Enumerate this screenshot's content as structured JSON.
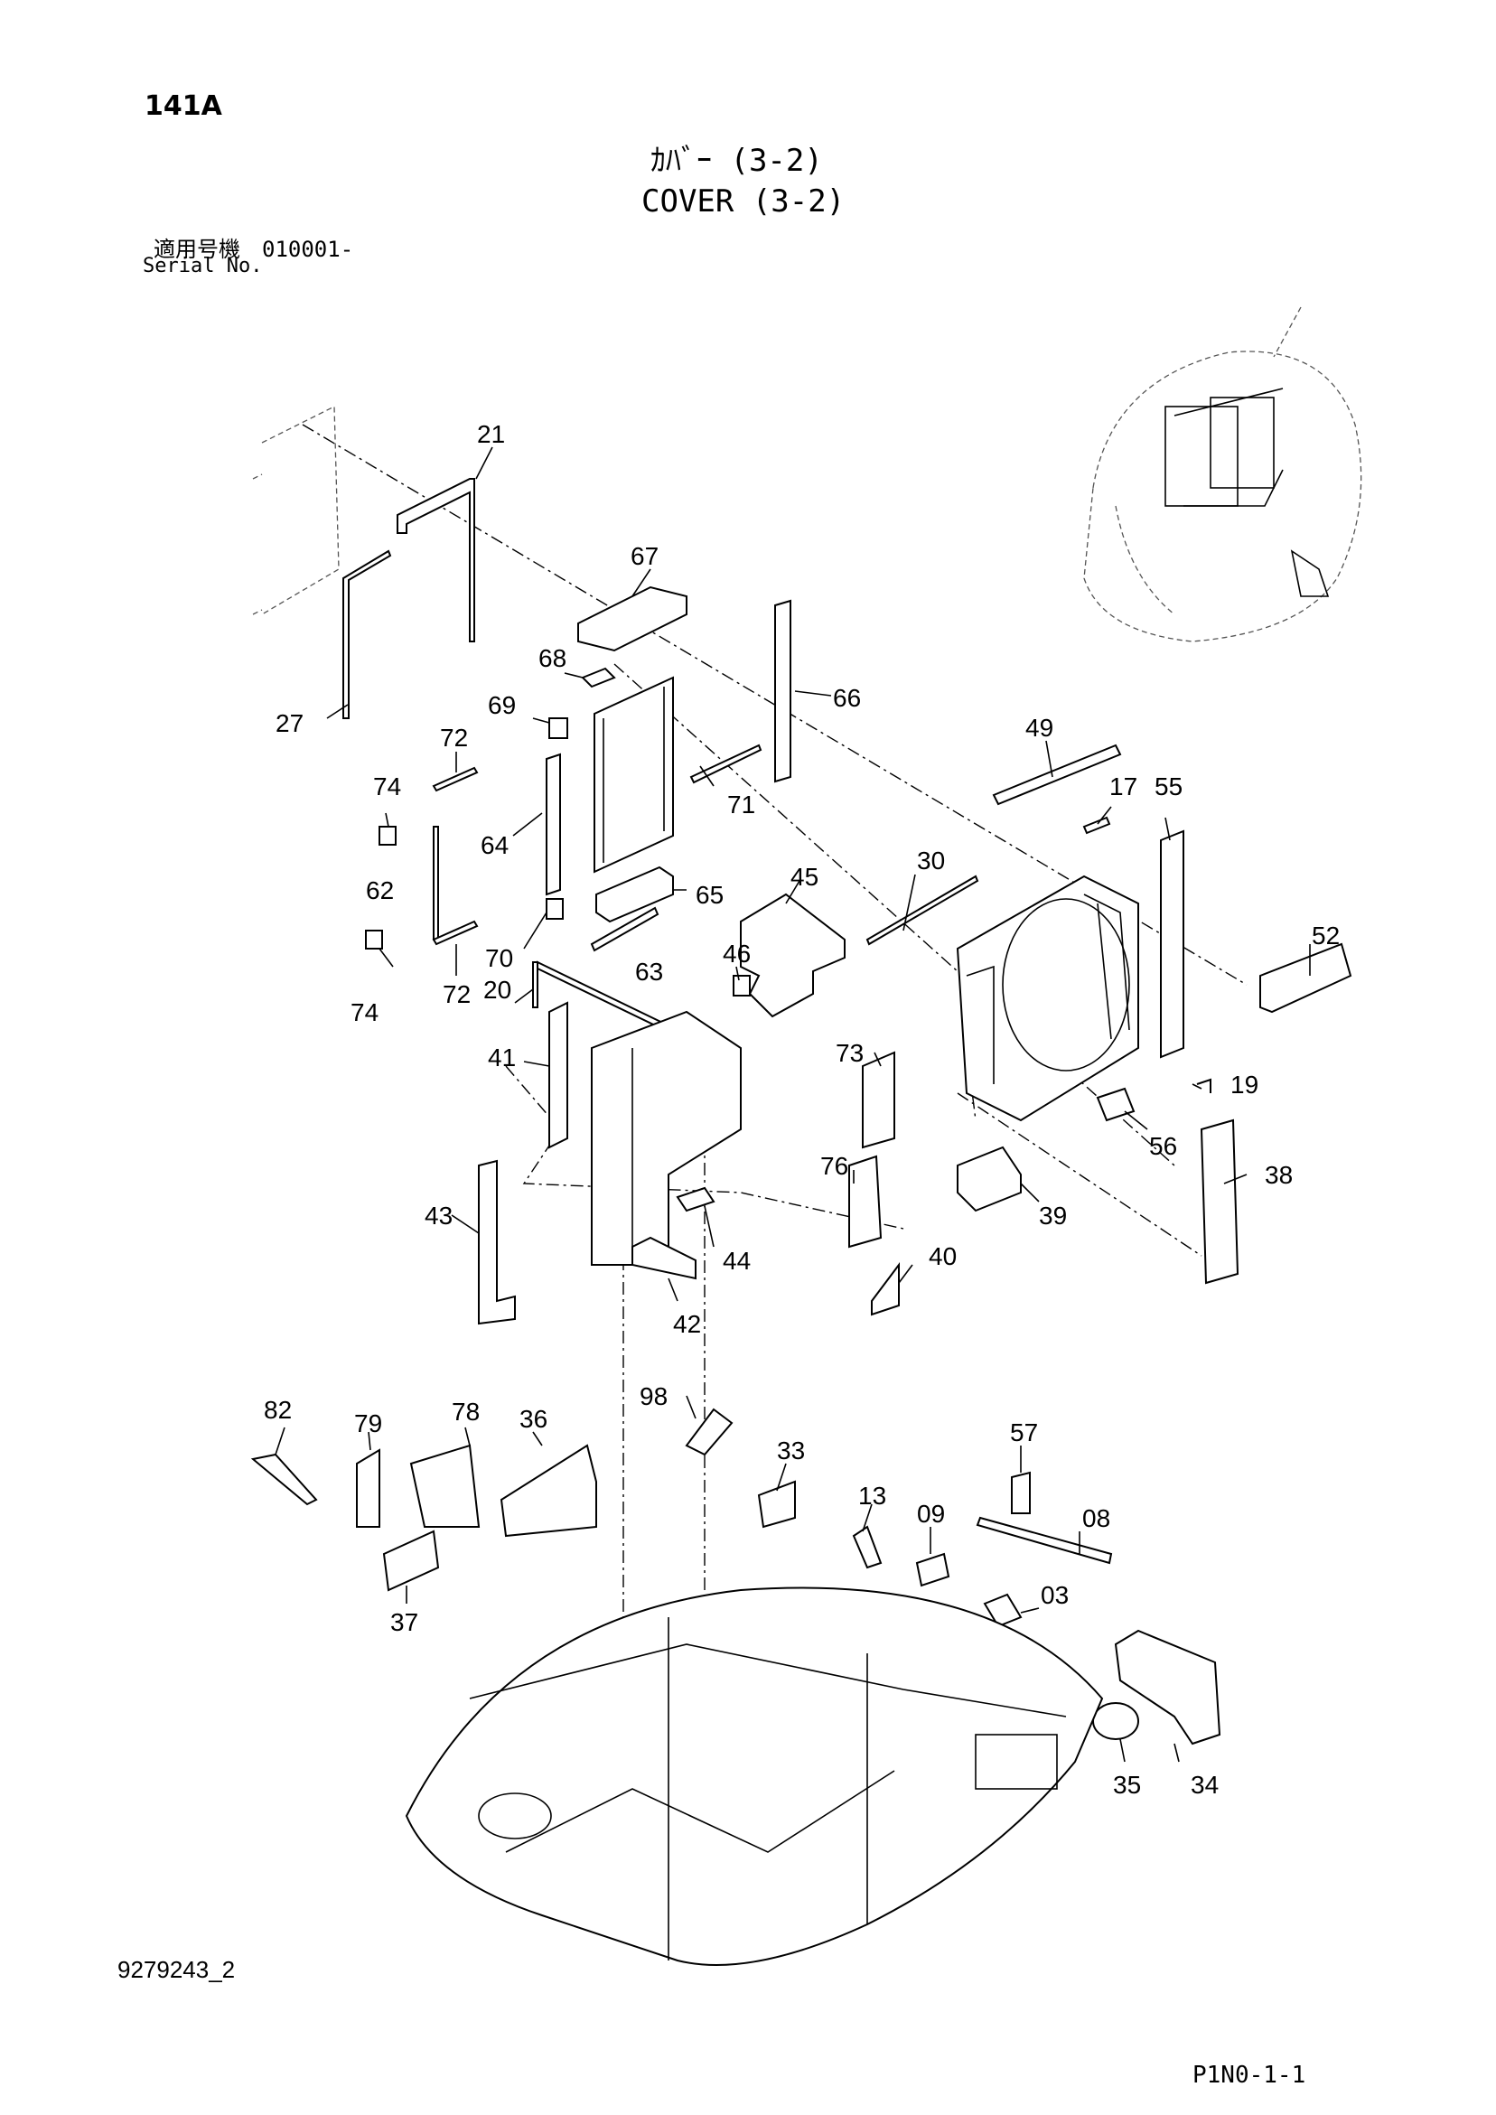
{
  "header": {
    "page_id": "141A",
    "title_jp": "ｶﾊﾞｰ (3-2)",
    "title_en": "COVER (3-2)",
    "serial_label_jp": "適用号機　010001-",
    "serial_label_en": "Serial No."
  },
  "footer": {
    "doc_number": "9279243_2",
    "page_code": "P1N0-1-1"
  },
  "callouts": [
    "21",
    "67",
    "68",
    "69",
    "66",
    "27",
    "72",
    "74",
    "64",
    "62",
    "71",
    "49",
    "17",
    "55",
    "65",
    "70",
    "72b",
    "63",
    "74b",
    "45",
    "30",
    "52",
    "20",
    "46",
    "41",
    "19",
    "73",
    "56",
    "76",
    "38",
    "39",
    "43",
    "44",
    "40",
    "42",
    "98",
    "82",
    "79",
    "78",
    "36",
    "33",
    "57",
    "13",
    "09",
    "08",
    "03",
    "37",
    "34",
    "35"
  ],
  "callout_text": {
    "21": "21",
    "67": "67",
    "68": "68",
    "69": "69",
    "66": "66",
    "27": "27",
    "72": "72",
    "74": "74",
    "64": "64",
    "62": "62",
    "71": "71",
    "49": "49",
    "17": "17",
    "55": "55",
    "65": "65",
    "70": "70",
    "72b": "72",
    "63": "63",
    "74b": "74",
    "45": "45",
    "30": "30",
    "52": "52",
    "20": "20",
    "46": "46",
    "41": "41",
    "19": "19",
    "73": "73",
    "56": "56",
    "76": "76",
    "38": "38",
    "39": "39",
    "43": "43",
    "44": "44",
    "40": "40",
    "42": "42",
    "98": "98",
    "82": "82",
    "79": "79",
    "78": "78",
    "36": "36",
    "33": "33",
    "57": "57",
    "13": "13",
    "09": "09",
    "08": "08",
    "03": "03",
    "37": "37",
    "34": "34",
    "35": "35"
  }
}
